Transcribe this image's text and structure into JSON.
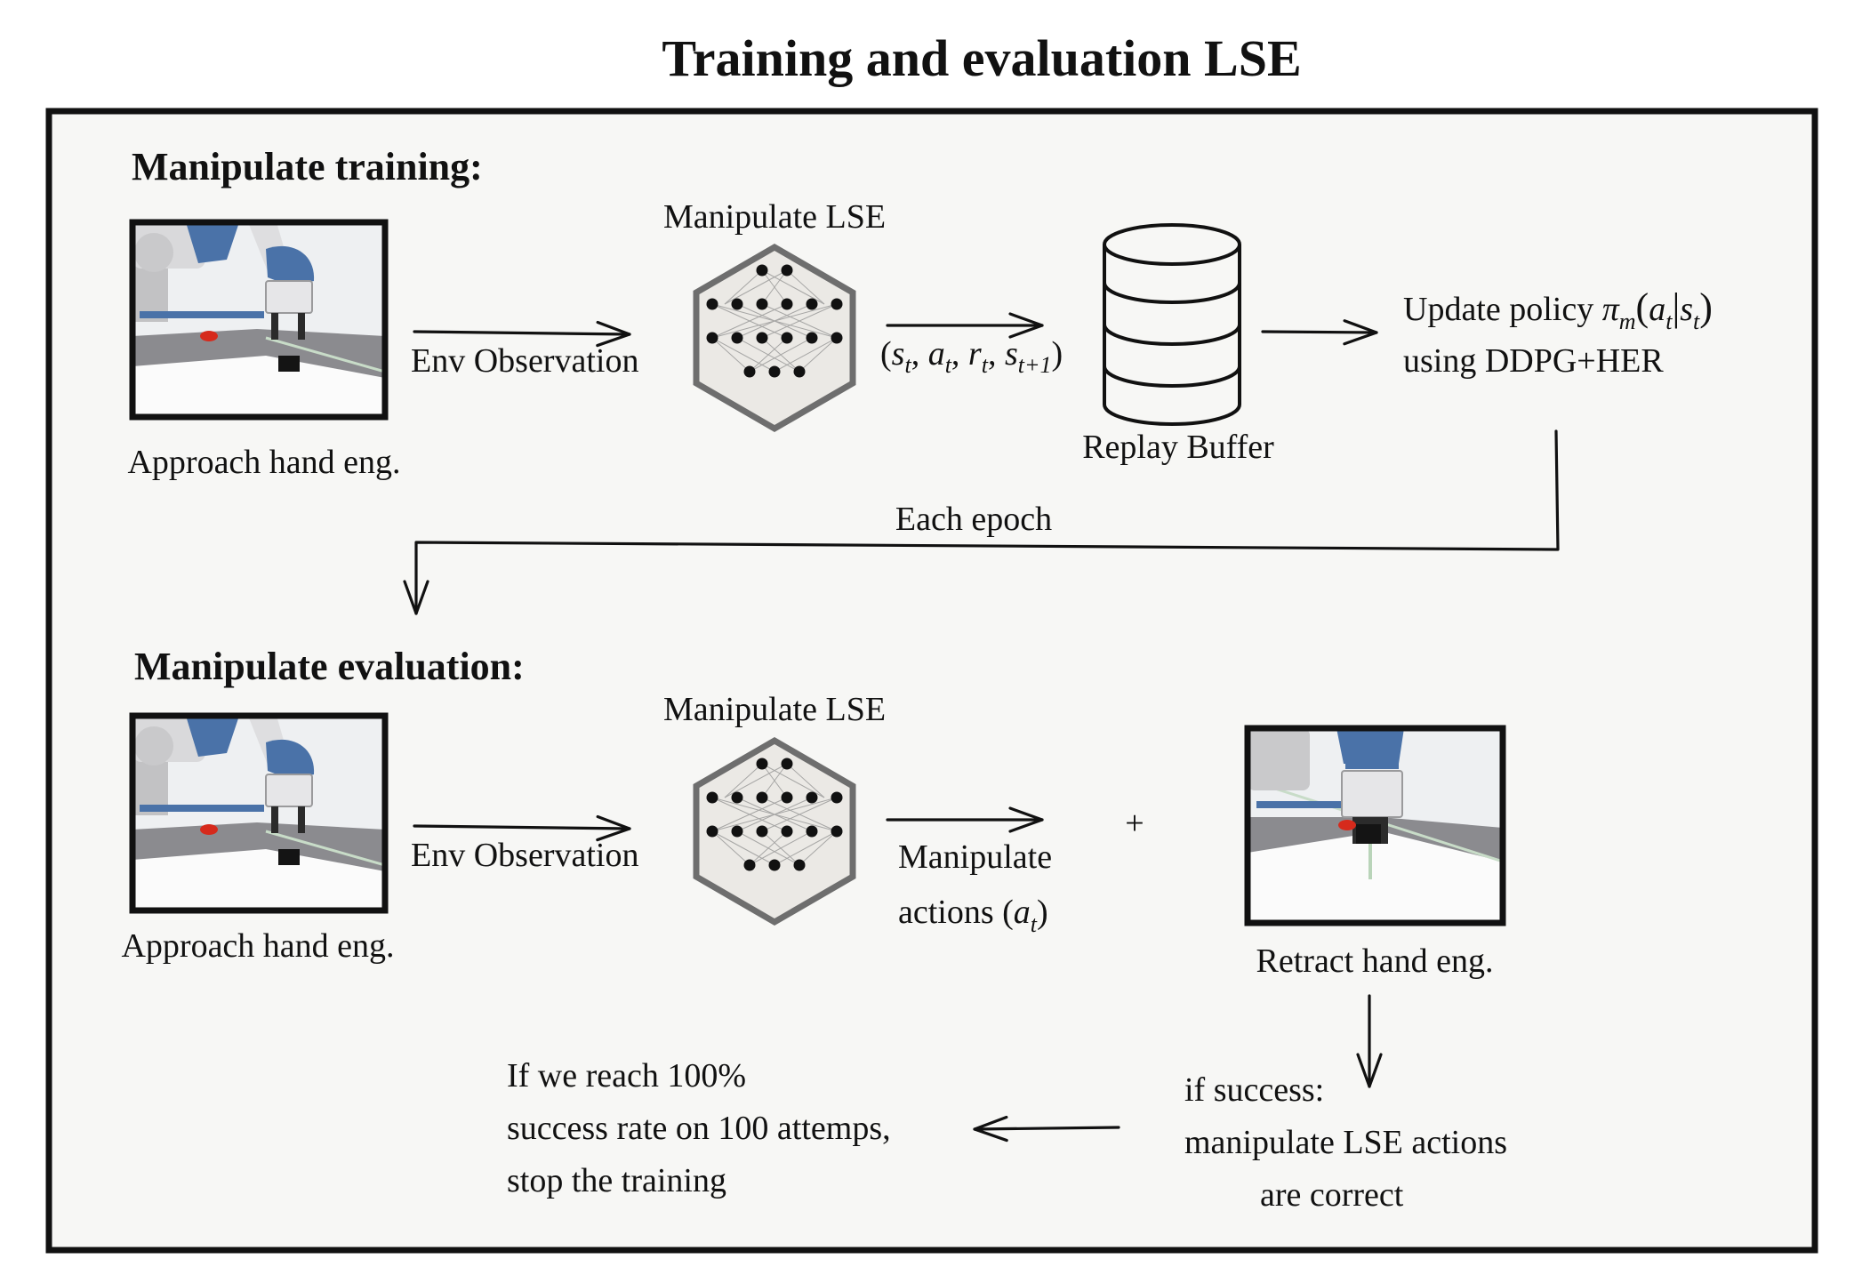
{
  "title": "Training and evaluation LSE",
  "training": {
    "heading": "Manipulate training:",
    "approach_label": "Approach hand eng.",
    "env_observation": "Env Observation",
    "network_label": "Manipulate LSE",
    "transition": {
      "open": "(",
      "s": "s",
      "t": "t",
      "a": "a",
      "r": "r",
      "t1": "t+1",
      "sep": ", ",
      "close": ")"
    },
    "buffer_label": "Replay Buffer",
    "update_prefix": "Update policy ",
    "policy": {
      "pi": "π",
      "m": "m",
      "open": "(",
      "a": "a",
      "t": "t",
      "bar": "|",
      "s": "s",
      "close": ")"
    },
    "update_line2": "using  DDPG+HER",
    "epoch_label": "Each epoch"
  },
  "evaluation": {
    "heading": "Manipulate evaluation:",
    "approach_label": "Approach hand eng.",
    "env_observation": "Env Observation",
    "network_label": "Manipulate LSE",
    "actions_line1": "Manipulate",
    "actions_line2": "actions (",
    "actions_var": "a",
    "actions_sub": "t",
    "actions_close": ")",
    "plus": "+",
    "retract_label": "Retract hand eng.",
    "success_line1": "if success:",
    "success_line2": "manipulate LSE actions",
    "success_line3": "are correct",
    "stop_line1": "If we reach 100%",
    "stop_line2": "success rate on 100 attemps,",
    "stop_line3": "stop the training"
  },
  "colors": {
    "panel_bg": "#f7f7f5",
    "border": "#111111",
    "robot_blue": "#4a72a8",
    "hexagon_stroke": "#6e6e6e",
    "hexagon_fill": "#ebe9e5",
    "target_red": "#d62a1c"
  }
}
